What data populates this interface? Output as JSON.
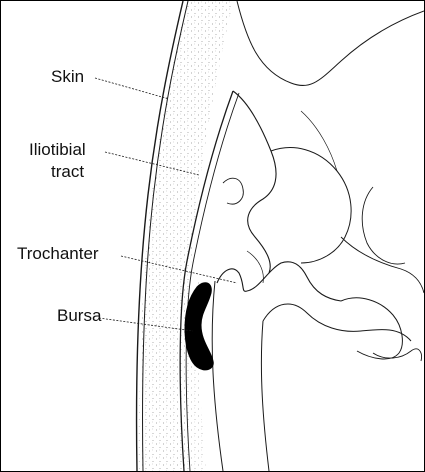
{
  "figure": {
    "labels": {
      "skin": "Skin",
      "iliotibial_line1": "Iliotibial",
      "iliotibial_line2": "tract",
      "trochanter": "Trochanter",
      "bursa": "Bursa"
    },
    "colors": {
      "line": "#1a1a1a",
      "bursa_fill": "#000000",
      "stipple": "#8a8a8a"
    }
  }
}
